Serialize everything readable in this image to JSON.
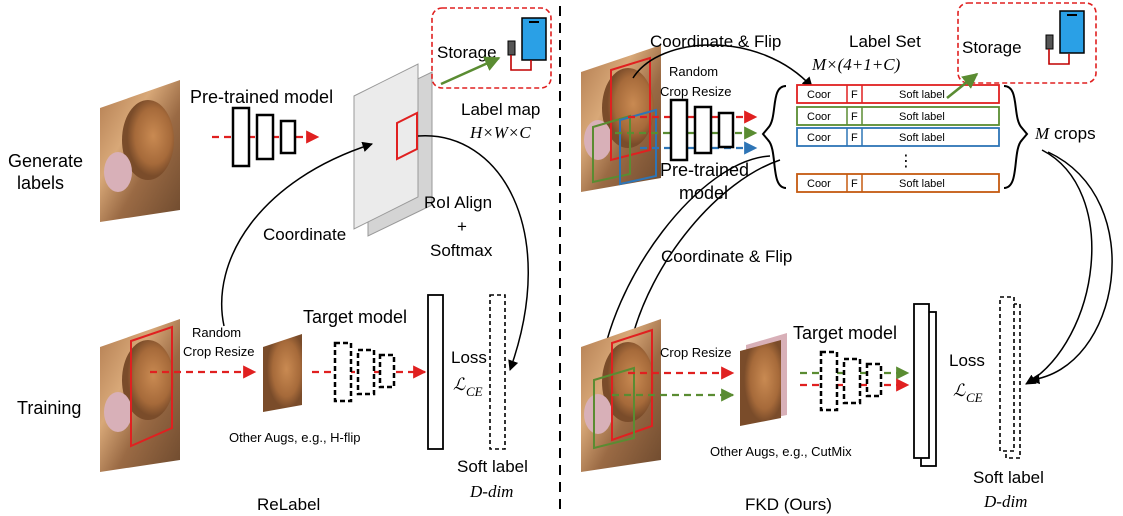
{
  "left": {
    "row_generate": "Generate",
    "row_generate_2": "labels",
    "row_training": "Training",
    "pretrained": "Pre-trained model",
    "storage": "Storage",
    "label_map": "Label map",
    "label_map_dims": "H×W×C",
    "coordinate": "Coordinate",
    "roi_1": "RoI Align",
    "roi_2": "+",
    "roi_3": "Softmax",
    "random": "Random",
    "crop_resize": "Crop Resize",
    "target_model": "Target model",
    "loss": "Loss",
    "loss_sym": "ℒ",
    "loss_sub": "CE",
    "other_augs": "Other Augs, e.g., H-flip",
    "soft_label": "Soft label",
    "d_dim": "D-dim",
    "caption": "ReLabel"
  },
  "right": {
    "coord_flip_top": "Coordinate & Flip",
    "random": "Random",
    "crop_resize_top": "Crop Resize",
    "label_set": "Label Set",
    "label_set_dims": "M×(4+1+C)",
    "storage": "Storage",
    "pretrained_1": "Pre-trained",
    "pretrained_2": "model",
    "m_crops": "M crops",
    "row_coor": "Coor",
    "row_f": "F",
    "row_soft": "Soft label",
    "ellipsis": "⋮",
    "coord_flip_mid": "Coordinate & Flip",
    "crop_resize": "Crop Resize",
    "target_model": "Target model",
    "loss": "Loss",
    "loss_sym": "ℒ",
    "loss_sub": "CE",
    "other_augs": "Other Augs, e.g., CutMix",
    "soft_label": "Soft label",
    "d_dim": "D-dim",
    "caption": "FKD (Ours)"
  },
  "colors": {
    "red": "#e02020",
    "green": "#5a8c32",
    "blue": "#2e75b6",
    "orange": "#c55a11",
    "device": "#2aa0e6",
    "storage_border": "#e02020"
  }
}
